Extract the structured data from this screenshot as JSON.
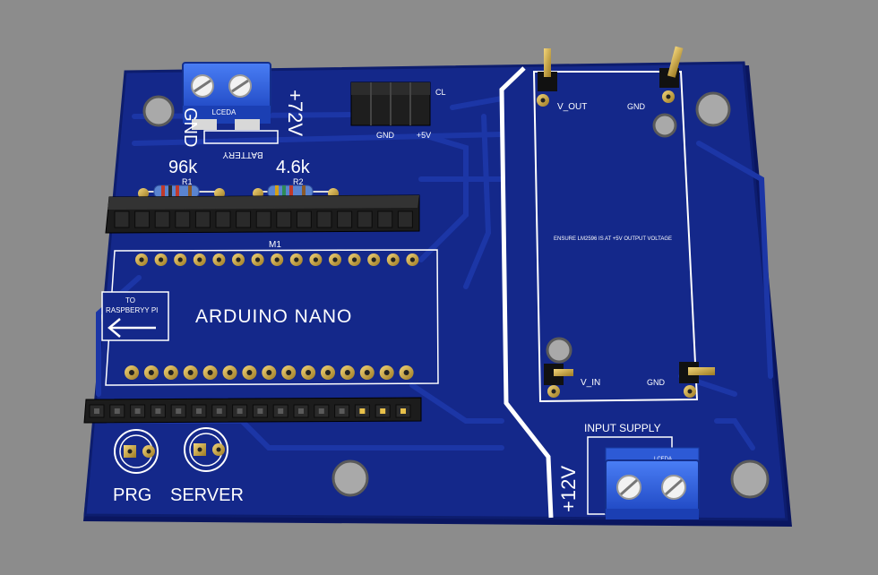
{
  "colors": {
    "background": "#8c8c8c",
    "board": "#14288a",
    "board_dark": "#0c1c6e",
    "trace": "#1b34a0",
    "silk": "#ffffff",
    "pad_gold": "#c9a64a",
    "header_black": "#1a1a1a",
    "terminal_blue": "#2f62e6"
  },
  "board": {
    "battery_terminal": {
      "plus_label": "+72V",
      "gnd_label": "GND",
      "name": "BATTERY",
      "brand": "LCEDA"
    },
    "resistors": [
      {
        "value": "96k",
        "ref": "R1"
      },
      {
        "value": "4.6k",
        "ref": "R2"
      }
    ],
    "power_header": {
      "gnd_label": "GND",
      "vcc_label": "+5V",
      "side_label": "CL"
    },
    "module": {
      "ref": "M1",
      "name": "ARDUINO NANO",
      "pins_per_row": 15
    },
    "pi_arrow": {
      "line1": "TO",
      "line2": "RASPBERYY PI"
    },
    "bottom_header_pins": 16,
    "top_header_pins": 15,
    "buttons": [
      {
        "label": "PRG"
      },
      {
        "label": "SERVER"
      }
    ],
    "regulator": {
      "vout_label": "V_OUT",
      "gnd_top_label": "GND",
      "vin_label": "V_IN",
      "gnd_bottom_label": "GND",
      "note": "ENSURE LM2596 IS AT +5V OUTPUT VOLTAGE"
    },
    "input_supply": {
      "title": "INPUT SUPPLY",
      "voltage_label": "+12V",
      "brand": "LCEDA"
    }
  }
}
